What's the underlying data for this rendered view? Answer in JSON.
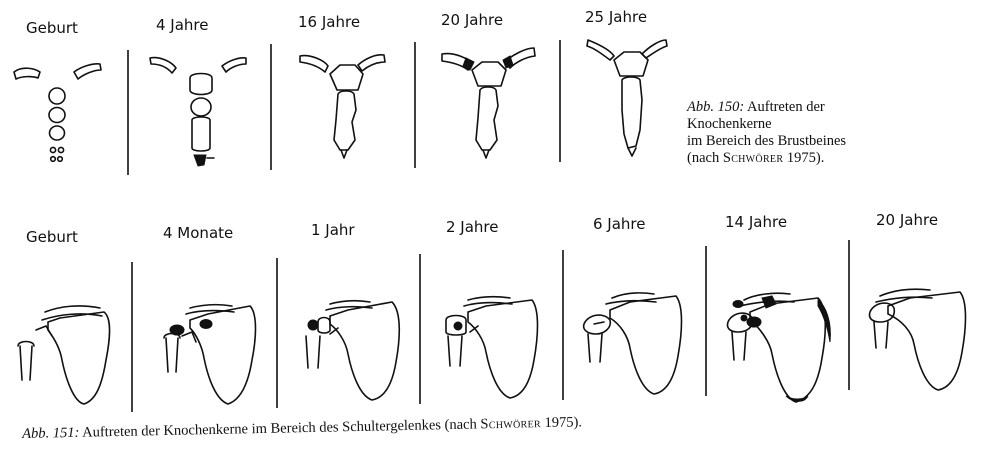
{
  "fig150": {
    "stages": [
      "Geburt",
      "4 Jahre",
      "16 Jahre",
      "20 Jahre",
      "25 Jahre"
    ],
    "caption_label": "Abb. 150:",
    "caption_line1": "Auftreten der Knochenkerne",
    "caption_line2": "im Bereich des Brustbeines",
    "caption_line3_a": "(nach ",
    "caption_author": "Schwörer",
    "caption_line3_b": " 1975)."
  },
  "fig151": {
    "stages": [
      "Geburt",
      "4 Monate",
      "1 Jahr",
      "2 Jahre",
      "6 Jahre",
      "14 Jahre",
      "20 Jahre"
    ],
    "caption_label": "Abb. 151:",
    "caption_text": "Auftreten der Knochenkerne im Bereich des Schultergelenkes (nach ",
    "caption_author": "Schwörer",
    "caption_end": " 1975)."
  }
}
